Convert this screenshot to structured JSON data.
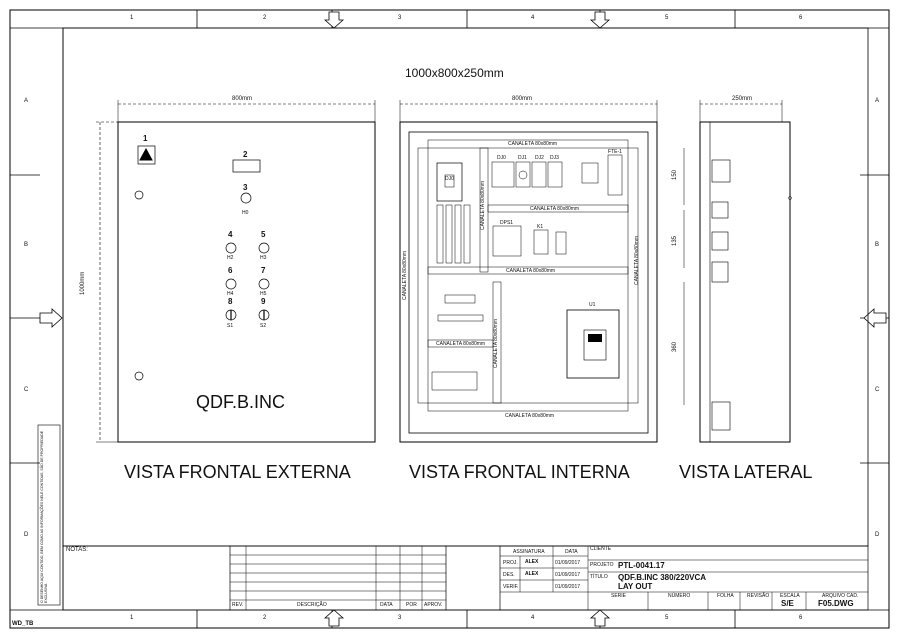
{
  "title": "1000x800x250mm",
  "grid": {
    "cols": [
      "1",
      "2",
      "3",
      "4",
      "5",
      "6"
    ],
    "rows": [
      "A",
      "B",
      "C",
      "D"
    ]
  },
  "views": {
    "external": {
      "label": "VISTA FRONTAL EXTERNA",
      "width_dim": "800mm",
      "height_dim": "1000mm",
      "panel_name": "QDF.B.INC",
      "items": {
        "i1": "1",
        "i2": "2",
        "i3": "3",
        "i4": "4",
        "i5": "5",
        "i6": "6",
        "i7": "7",
        "i8": "8",
        "i9": "9",
        "h0": "H0",
        "h2": "H2",
        "h3": "H3",
        "h4": "H4",
        "h5": "H5",
        "s1": "S1",
        "s2": "S2"
      }
    },
    "internal": {
      "label": "VISTA FRONTAL INTERNA",
      "width_dim": "800mm",
      "canaleta_top": "CANALETA 80x80mm",
      "canaleta_2": "CANALETA 80x80mm",
      "canaleta_3": "CANALETA 80x80mm",
      "canaleta_4": "CANALETA 80x80mm",
      "canaleta_bottom": "CANALETA 80x80mm",
      "canaleta_left": "CANALETA 80x80mm",
      "canaleta_right": "CANALETA 80x80mm",
      "canaleta_mid": "CANALETA 80x80mm",
      "canaleta_v2": "CANALETA 80x80mm",
      "dj_labels": [
        "DJ0",
        "DJ1",
        "DJ2",
        "DJ3"
      ],
      "dj_main": "DJ0",
      "dps": "DPS1",
      "k1": "K1",
      "u1": "U1",
      "ftm": "FTE-1"
    },
    "lateral": {
      "label": "VISTA LATERAL",
      "width_dim": "250mm",
      "dim_150": "150",
      "dim_135": "135",
      "dim_360": "360"
    }
  },
  "title_block": {
    "notes_label": "NOTAS:",
    "rev_headers": [
      "REV.",
      "DESCRIÇÃO",
      "DATA",
      "POR",
      "APROV."
    ],
    "assinatura": "ASSINATURA",
    "data": "DATA",
    "cliente": "CLIENTE",
    "projeto": "PROJETO",
    "titulo": "TÍTULO",
    "proj_row": {
      "label": "PROJ.",
      "by": "ALEX",
      "date": "01/09/2017"
    },
    "des_row": {
      "label": "DES.",
      "by": "ALEX",
      "date": "01/09/2017"
    },
    "verif_row": {
      "label": "VERIF.",
      "by": "",
      "date": "01/09/2017"
    },
    "project_code": "PTL-0041.17",
    "title_line1": "QDF.B.INC 380/220VCA",
    "title_line2": "LAY OUT",
    "serie": "SERIE",
    "numero": "NÚMERO",
    "folha": "FOLHA",
    "revisao": "REVISÃO",
    "escala": "ESCALA",
    "escala_val": "S/E",
    "arquivo": "ARQUIVO CAD.",
    "arquivo_val": "F05.DWG"
  },
  "side_note": "O DESENHO AQUI CONTIDO, BEM COMO AS INFORMAÇÕES NELE CONTIDAS, SÃO DE PROPRIEDADE EXCLUSIVA",
  "corner_tag": "WD_TB"
}
